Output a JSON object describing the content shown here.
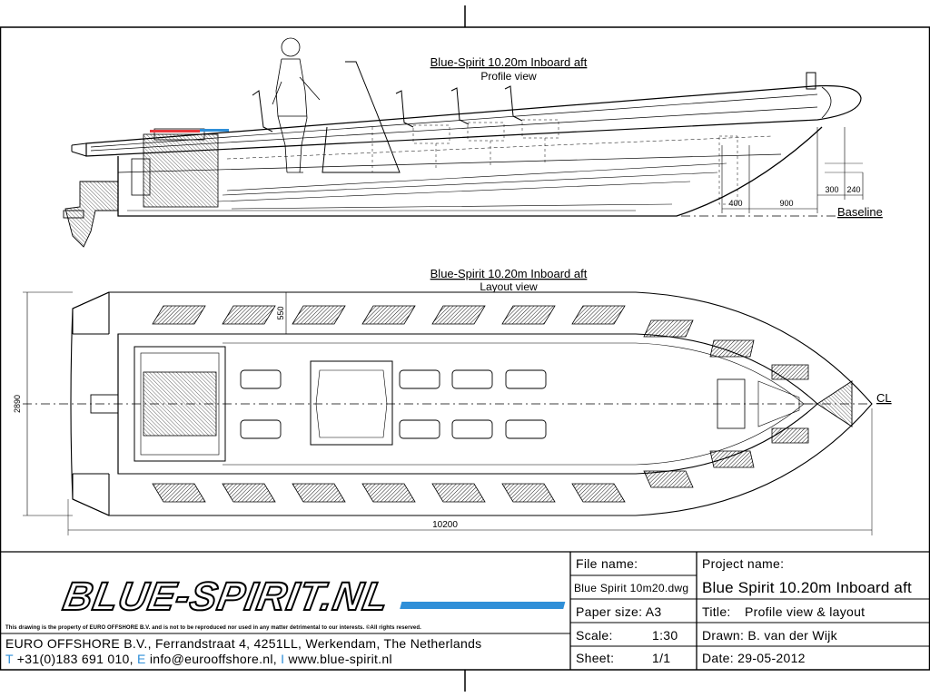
{
  "profile_view": {
    "title": "Blue-Spirit 10.20m Inboard aft",
    "subtitle": "Profile view",
    "dimensions": [
      "400",
      "900",
      "300",
      "240"
    ],
    "baseline_label": "Baseline"
  },
  "layout_view": {
    "title": "Blue-Spirit 10.20m Inboard aft",
    "subtitle": "Layout view",
    "width_dimension": "2890",
    "tube_dimension": "550",
    "length_dimension": "10200",
    "centerline_label": "CL"
  },
  "title_block": {
    "logo_text": "BLUE-SPIRIT.NL",
    "copyright": "This drawing is the property of EURO OFFSHORE B.V. and is not to be reproduced nor used in any matter detrimental to our interests. ©All rights reserved.",
    "company": "EURO OFFSHORE B.V., Ferrandstraat 4, 4251LL, Werkendam, The Netherlands",
    "contact_t": "T",
    "contact_phone": " +31(0)183 691 010, ",
    "contact_e": "E",
    "contact_email": " info@eurooffshore.nl, ",
    "contact_i": "I",
    "contact_web": " www.blue-spirit.nl",
    "file_name_label": "File name:",
    "file_name": "Blue Spirit 10m20.dwg",
    "paper_size": "Paper size: A3",
    "scale_label": "Scale:",
    "scale": "1:30",
    "sheet_label": "Sheet:",
    "sheet": "1/1",
    "project_label": "Project name:",
    "project_name": "Blue Spirit 10.20m Inboard aft",
    "title_label": "Title:",
    "title_value": "Profile view & layout",
    "drawn": "Drawn: B. van der Wijk",
    "date": "Date:  29-05-2012"
  },
  "colors": {
    "red": "#e8363b",
    "blue": "#2f8fd8",
    "line": "#000000"
  }
}
